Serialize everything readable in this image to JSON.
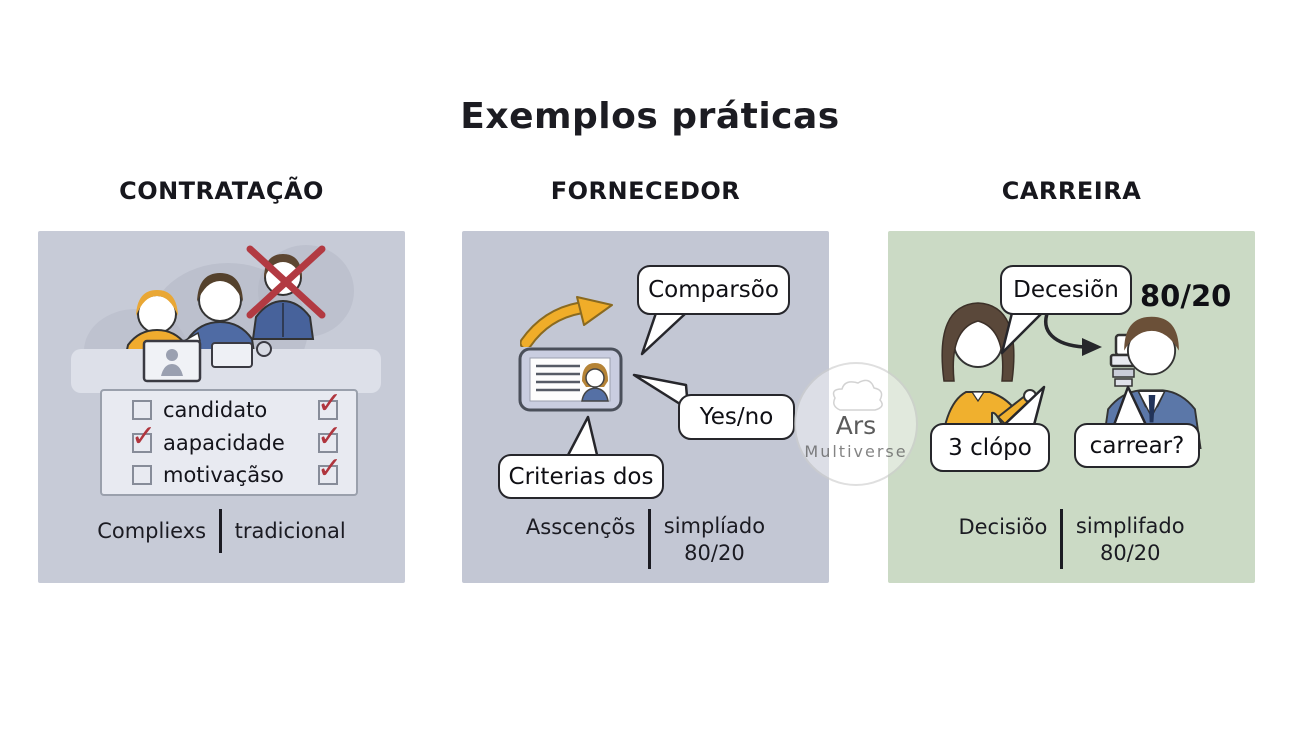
{
  "title": "Exemplos práticas",
  "watermark": {
    "line1": "Ars",
    "line2": "Multiverse"
  },
  "icons": {
    "check_glyph": "✓"
  },
  "colors": {
    "panel_hiring_bg": "#c7cbd7",
    "panel_supplier_bg": "#c3c7d4",
    "panel_career_bg": "#cbdac5",
    "check_red": "#b0353e",
    "accent_yellow": "#f0ad2e",
    "accent_blue": "#4f6ba4"
  },
  "panels": [
    {
      "heading": "CONTRATAÇÃO",
      "bg": "#c7cbd7",
      "checklist": [
        {
          "label": "candidato",
          "left_checked": false,
          "right_checked": true
        },
        {
          "label": "aapacidade",
          "left_checked": true,
          "right_checked": true
        },
        {
          "label": "motivaçãso",
          "left_checked": false,
          "right_checked": true
        }
      ],
      "footer_left": "Compliexs",
      "footer_right": "tradicional"
    },
    {
      "heading": "FORNECEDOR",
      "bg": "#c3c7d4",
      "bubble_top": "Comparsõo",
      "bubble_mid": "Yes/no",
      "bubble_bottom": "Criterias dos",
      "footer_left": "Asscençõs",
      "footer_right_line1": "simplíado",
      "footer_right_line2": "80/20"
    },
    {
      "heading": "CARREIRA",
      "bg": "#cbdac5",
      "bubble_top": "Decesiõn",
      "ratio_label": "80/20",
      "bubble_left": "3 clópo",
      "bubble_right": "carrear?",
      "footer_left": "Decisiõo",
      "footer_right_line1": "simplifado",
      "footer_right_line2": "80/20"
    }
  ]
}
